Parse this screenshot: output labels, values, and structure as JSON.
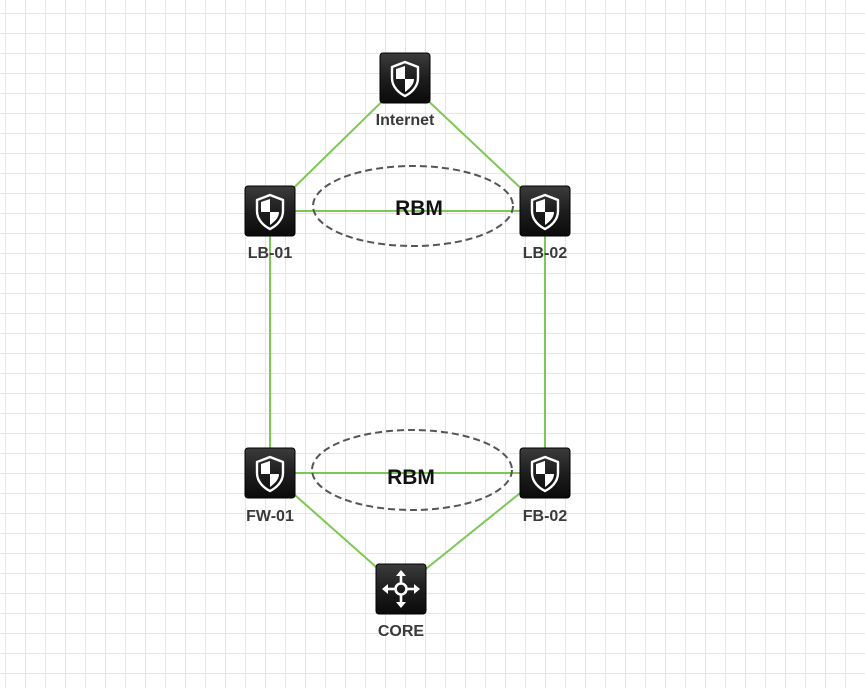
{
  "diagram": {
    "colors": {
      "link": "#7dc855",
      "group_outline": "#555555",
      "device_bg": "#1a1a1a",
      "device_glyph": "#ffffff",
      "label": "#3a3a3a"
    },
    "nodes": [
      {
        "id": "internet",
        "label": "Internet",
        "icon": "firewall-shield-icon"
      },
      {
        "id": "lb01",
        "label": "LB-01",
        "icon": "firewall-shield-icon"
      },
      {
        "id": "lb02",
        "label": "LB-02",
        "icon": "firewall-shield-icon"
      },
      {
        "id": "fw01",
        "label": "FW-01",
        "icon": "firewall-shield-icon"
      },
      {
        "id": "fb02",
        "label": "FB-02",
        "icon": "firewall-shield-icon"
      },
      {
        "id": "core",
        "label": "CORE",
        "icon": "core-switch-icon"
      }
    ],
    "links": [
      {
        "from": "internet",
        "to": "lb01"
      },
      {
        "from": "internet",
        "to": "lb02"
      },
      {
        "from": "lb01",
        "to": "lb02"
      },
      {
        "from": "lb01",
        "to": "fw01"
      },
      {
        "from": "lb02",
        "to": "fb02"
      },
      {
        "from": "fw01",
        "to": "fb02"
      },
      {
        "from": "fw01",
        "to": "core"
      },
      {
        "from": "fb02",
        "to": "core"
      }
    ],
    "groups": [
      {
        "id": "rbm-top",
        "label": "RBM",
        "members": [
          "lb01",
          "lb02"
        ]
      },
      {
        "id": "rbm-bottom",
        "label": "RBM",
        "members": [
          "fw01",
          "fb02"
        ]
      }
    ]
  }
}
